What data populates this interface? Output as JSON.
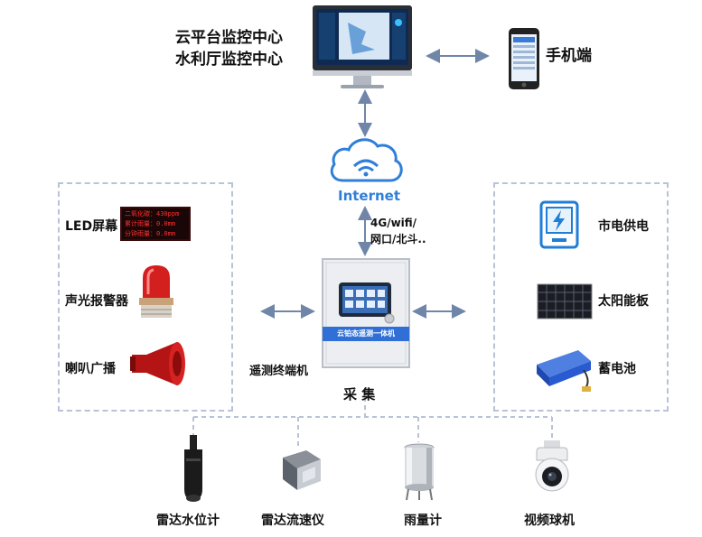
{
  "center": {
    "line1": "云平台监控中心",
    "line2": "水利厅监控中心"
  },
  "mobile": {
    "label": "手机端"
  },
  "internet": {
    "label": "Internet"
  },
  "network": {
    "line1": "4G/wifi/",
    "line2": "网口/北斗.."
  },
  "left_devices": [
    {
      "label": "LED屏幕"
    },
    {
      "label": "声光报警器"
    },
    {
      "label": "喇叭广播"
    }
  ],
  "led_screen": {
    "row1": "二氧化碳：430ppm",
    "row2": "累计雨量：0.0mm",
    "row3": "分钟雨量：0.0mm"
  },
  "right_devices": [
    {
      "label": "市电供电"
    },
    {
      "label": "太阳能板"
    },
    {
      "label": "蓄电池"
    }
  ],
  "terminal": {
    "band": "云铂态遥测一体机",
    "label": "遥测终端机"
  },
  "collect": {
    "label": "采  集"
  },
  "sensors": [
    {
      "label": "雷达水位计"
    },
    {
      "label": "雷达流速仪"
    },
    {
      "label": "雨量计"
    },
    {
      "label": "视频球机"
    }
  ],
  "colors": {
    "arrow": "#6f86a8",
    "dash": "#b9c2d6",
    "brand_blue": "#2f6fd6",
    "alarm_red": "#d41f1f"
  }
}
